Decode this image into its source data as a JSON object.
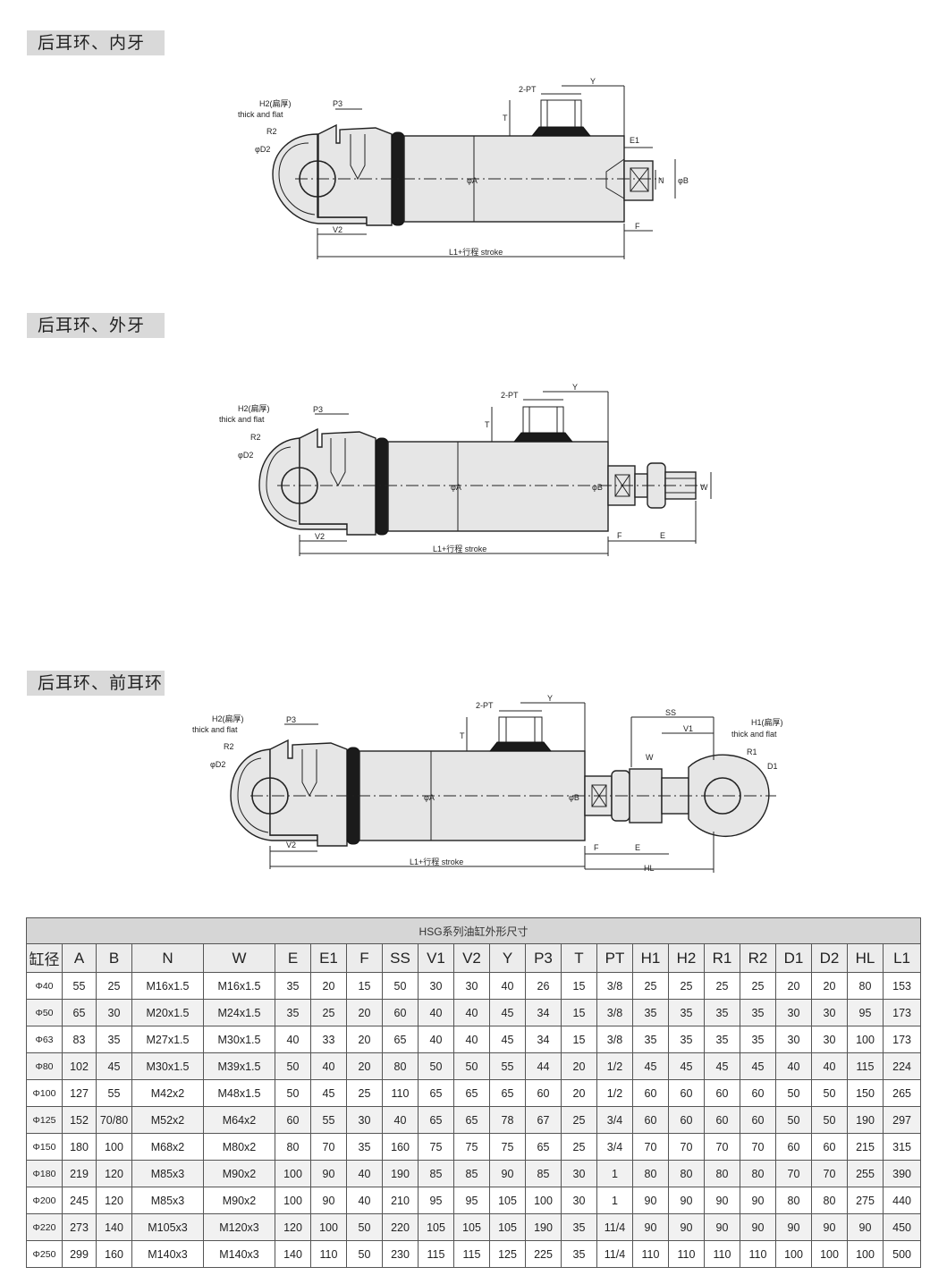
{
  "sections": [
    {
      "title": "后耳环、内牙"
    },
    {
      "title": "后耳环、外牙"
    },
    {
      "title": "后耳环、前耳环"
    }
  ],
  "labels": {
    "h2": "H2(扁厚)",
    "h1": "H1(扁厚)",
    "thick_flat": "thick and flat",
    "r2": "R2",
    "r1": "R1",
    "d2": "φD2",
    "d1": "D1",
    "p3": "P3",
    "v2": "V2",
    "v1": "V1",
    "pt": "2-PT",
    "y": "Y",
    "t": "T",
    "a": "φA",
    "b": "φB",
    "e1": "E1",
    "e": "E",
    "f": "F",
    "n": "N",
    "w": "W",
    "ss": "SS",
    "hl": "HL",
    "stroke": "L1+行程 stroke"
  },
  "table": {
    "caption": "HSG系列油缸外形尺寸",
    "headers": [
      "缸径",
      "A",
      "B",
      "N",
      "W",
      "E",
      "E1",
      "F",
      "SS",
      "V1",
      "V2",
      "Y",
      "P3",
      "T",
      "PT",
      "H1",
      "H2",
      "R1",
      "R2",
      "D1",
      "D2",
      "HL",
      "L1"
    ],
    "rows": [
      [
        "Φ40",
        "55",
        "25",
        "M16x1.5",
        "M16x1.5",
        "35",
        "20",
        "15",
        "50",
        "30",
        "30",
        "40",
        "26",
        "15",
        "3/8",
        "25",
        "25",
        "25",
        "25",
        "20",
        "20",
        "80",
        "153"
      ],
      [
        "Φ50",
        "65",
        "30",
        "M20x1.5",
        "M24x1.5",
        "35",
        "25",
        "20",
        "60",
        "40",
        "40",
        "45",
        "34",
        "15",
        "3/8",
        "35",
        "35",
        "35",
        "35",
        "30",
        "30",
        "95",
        "173"
      ],
      [
        "Φ63",
        "83",
        "35",
        "M27x1.5",
        "M30x1.5",
        "40",
        "33",
        "20",
        "65",
        "40",
        "40",
        "45",
        "34",
        "15",
        "3/8",
        "35",
        "35",
        "35",
        "35",
        "30",
        "30",
        "100",
        "173"
      ],
      [
        "Φ80",
        "102",
        "45",
        "M30x1.5",
        "M39x1.5",
        "50",
        "40",
        "20",
        "80",
        "50",
        "50",
        "55",
        "44",
        "20",
        "1/2",
        "45",
        "45",
        "45",
        "45",
        "40",
        "40",
        "115",
        "224"
      ],
      [
        "Φ100",
        "127",
        "55",
        "M42x2",
        "M48x1.5",
        "50",
        "45",
        "25",
        "110",
        "65",
        "65",
        "65",
        "60",
        "20",
        "1/2",
        "60",
        "60",
        "60",
        "60",
        "50",
        "50",
        "150",
        "265"
      ],
      [
        "Φ125",
        "152",
        "70/80",
        "M52x2",
        "M64x2",
        "60",
        "55",
        "30",
        "40",
        "65",
        "65",
        "78",
        "67",
        "25",
        "3/4",
        "60",
        "60",
        "60",
        "60",
        "50",
        "50",
        "190",
        "297"
      ],
      [
        "Φ150",
        "180",
        "100",
        "M68x2",
        "M80x2",
        "80",
        "70",
        "35",
        "160",
        "75",
        "75",
        "75",
        "65",
        "25",
        "3/4",
        "70",
        "70",
        "70",
        "70",
        "60",
        "60",
        "215",
        "315"
      ],
      [
        "Φ180",
        "219",
        "120",
        "M85x3",
        "M90x2",
        "100",
        "90",
        "40",
        "190",
        "85",
        "85",
        "90",
        "85",
        "30",
        "1",
        "80",
        "80",
        "80",
        "80",
        "70",
        "70",
        "255",
        "390"
      ],
      [
        "Φ200",
        "245",
        "120",
        "M85x3",
        "M90x2",
        "100",
        "90",
        "40",
        "210",
        "95",
        "95",
        "105",
        "100",
        "30",
        "1",
        "90",
        "90",
        "90",
        "90",
        "80",
        "80",
        "275",
        "440"
      ],
      [
        "Φ220",
        "273",
        "140",
        "M105x3",
        "M120x3",
        "120",
        "100",
        "50",
        "220",
        "105",
        "105",
        "105",
        "190",
        "35",
        "11/4",
        "90",
        "90",
        "90",
        "90",
        "90",
        "90",
        "90",
        "450"
      ],
      [
        "Φ250",
        "299",
        "160",
        "M140x3",
        "M140x3",
        "140",
        "110",
        "50",
        "230",
        "115",
        "115",
        "125",
        "225",
        "35",
        "11/4",
        "110",
        "110",
        "110",
        "110",
        "100",
        "100",
        "100",
        "500"
      ]
    ]
  }
}
